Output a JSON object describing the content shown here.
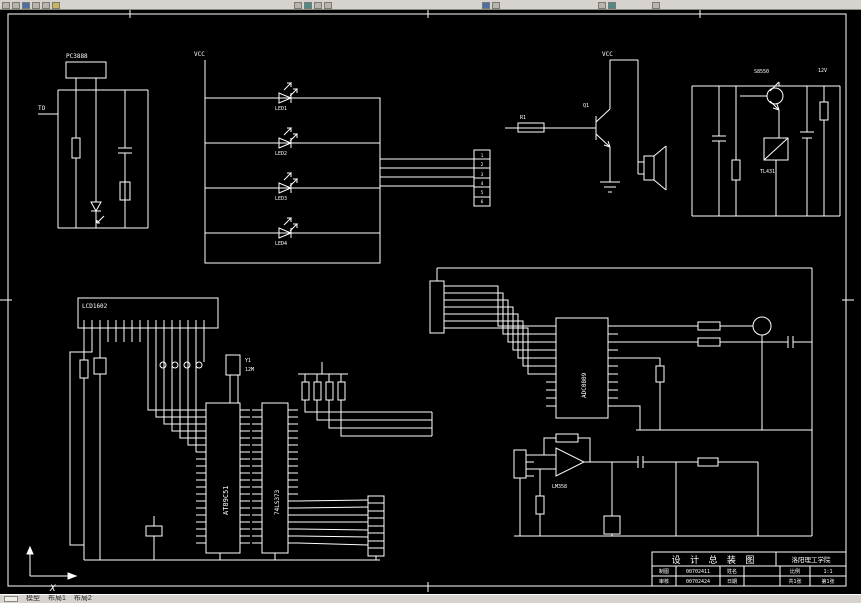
{
  "window": {
    "chrome_bg": "#d6d3ce",
    "canvas_bg": "#000000",
    "line_color": "#ffffff"
  },
  "statusbar": {
    "tabs": [
      "模型",
      "布局1",
      "布局2"
    ]
  },
  "schematic": {
    "pc_ic": "PC3888",
    "to": "TO",
    "vcc_left": "VCC",
    "vcc_q": "VCC",
    "v12": "12V",
    "leds": [
      "LED1",
      "LED2",
      "LED3",
      "LED4"
    ],
    "pins": [
      "1",
      "2",
      "3",
      "4",
      "5",
      "6"
    ],
    "r_base": "R1",
    "q1": "Q1",
    "s8550": "S8550",
    "tl431": "TL431",
    "lcd": "LCD1602",
    "y1": "Y1",
    "xtal": "12M",
    "mcu": "AT89C51",
    "latch": "74LS373",
    "adc": "ADC0809",
    "opamp": "LM358",
    "ucs_x": "X"
  },
  "title_block": {
    "title": "设 计 总 装 图",
    "school": "洛阳理工学院",
    "r1c1": "制图",
    "r1c2": "00702411",
    "r1c3": "姓名",
    "r1c4": "",
    "r1c5": "比例",
    "r1c6": "1:1",
    "r2c1": "审核",
    "r2c2": "00702424",
    "r2c3": "日期",
    "r2c4": "",
    "r2c5": "共1张",
    "r2c6": "第1张"
  }
}
